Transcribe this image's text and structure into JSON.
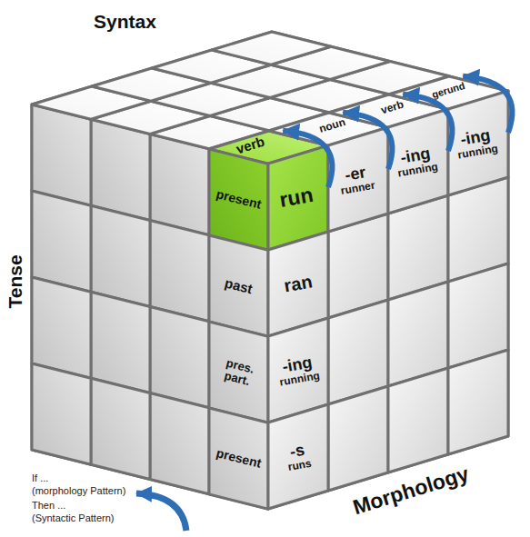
{
  "diagram": {
    "nodes": [
      {
        "text": [
          "verb"
        ]
      },
      {
        "text": [
          "present"
        ]
      },
      {
        "text": [
          "run"
        ]
      },
      {
        "text": [
          "noun"
        ]
      },
      {
        "text": [
          "-er",
          "runner"
        ]
      },
      {
        "text": [
          "verb"
        ]
      },
      {
        "text": [
          "-ing",
          "running"
        ]
      },
      {
        "text": [
          "gerund"
        ]
      },
      {
        "text": [
          "-ing",
          "running"
        ]
      },
      {
        "text": [
          "past"
        ]
      },
      {
        "text": [
          "ran"
        ]
      },
      {
        "text": [
          "pres. part."
        ]
      },
      {
        "text": [
          "-ing",
          "running"
        ]
      },
      {
        "text": [
          "present"
        ]
      },
      {
        "text": [
          "-s",
          "runs"
        ]
      }
    ],
    "edges": [
      {
        "from": 2,
        "to": 0,
        "arrow": "to"
      },
      {
        "from": 4,
        "to": 3,
        "arrow": "to"
      },
      {
        "from": 6,
        "to": 5,
        "arrow": "to"
      },
      {
        "from": 8,
        "to": 7,
        "arrow": "to"
      }
    ],
    "labels": [
      "Syntax",
      "Tense",
      "Morphology",
      "If ...",
      "(morphology Pattern)",
      "Then ...",
      "(Syntactic Pattern)"
    ]
  }
}
